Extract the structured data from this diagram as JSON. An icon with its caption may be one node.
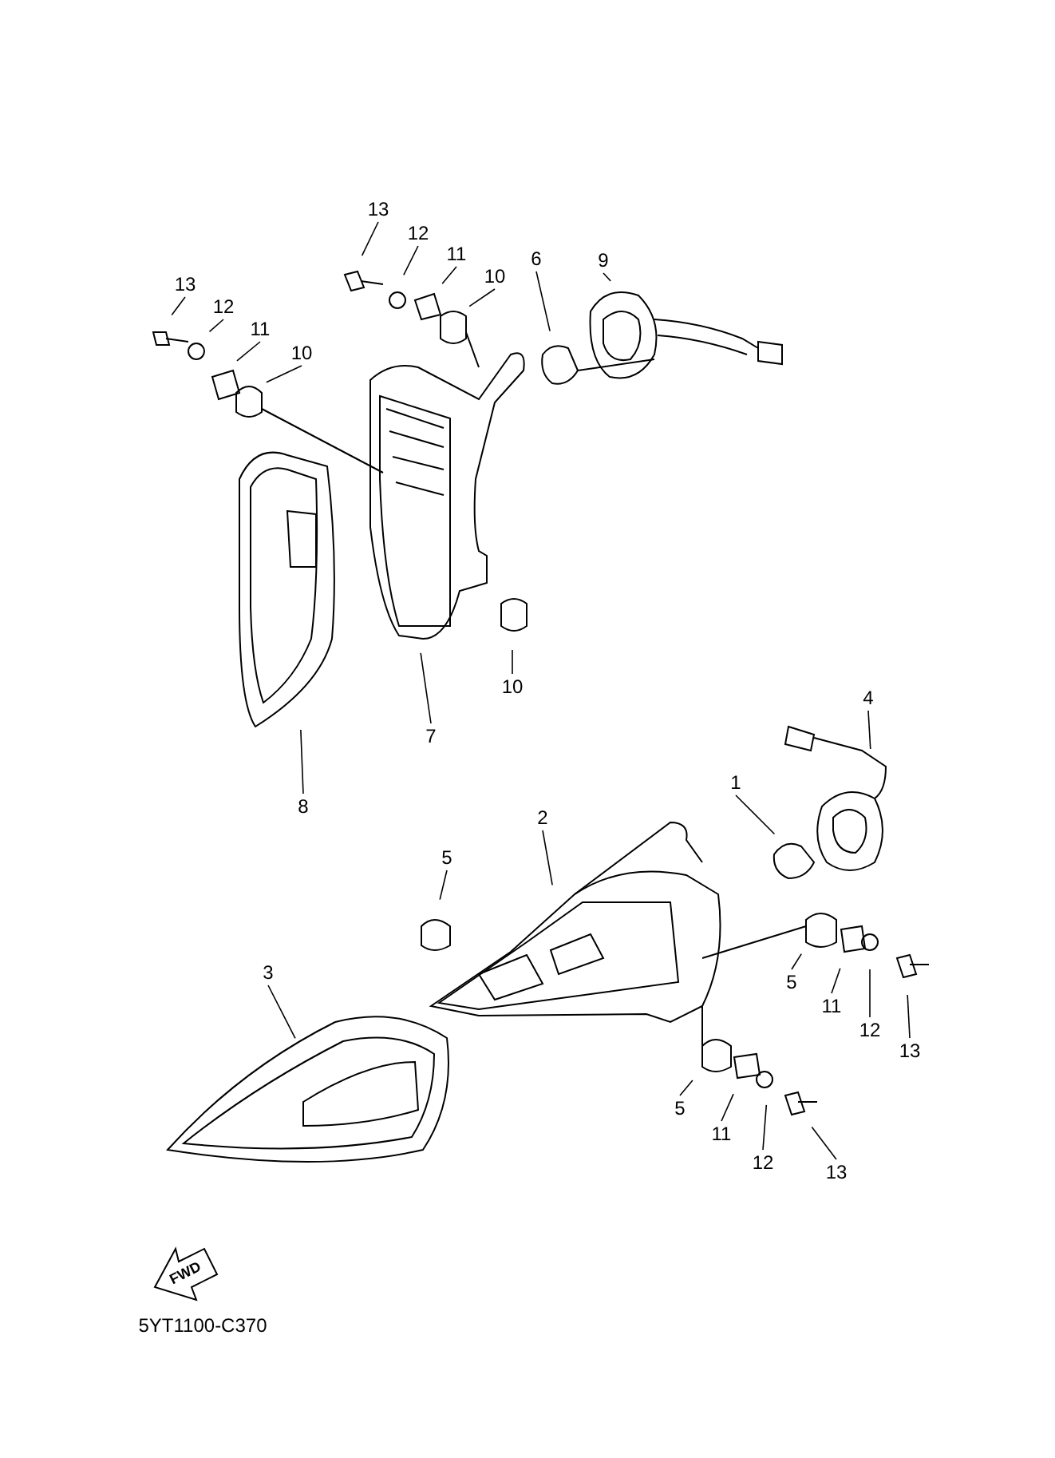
{
  "diagram": {
    "nodes": [
      {
        "text": [
          "13"
        ]
      },
      {
        "text": [
          "12"
        ]
      },
      {
        "text": [
          "11"
        ]
      },
      {
        "text": [
          "10"
        ]
      },
      {
        "text": [
          "13"
        ]
      },
      {
        "text": [
          "12"
        ]
      },
      {
        "text": [
          "11"
        ]
      },
      {
        "text": [
          "10"
        ]
      },
      {
        "text": [
          "6"
        ]
      },
      {
        "text": [
          "9"
        ]
      },
      {
        "text": [
          "10"
        ]
      },
      {
        "text": [
          "7"
        ]
      },
      {
        "text": [
          "8"
        ]
      },
      {
        "text": [
          "4"
        ]
      },
      {
        "text": [
          "1"
        ]
      },
      {
        "text": [
          "2"
        ]
      },
      {
        "text": [
          "5"
        ]
      },
      {
        "text": [
          "3"
        ]
      },
      {
        "text": [
          "5"
        ]
      },
      {
        "text": [
          "11"
        ]
      },
      {
        "text": [
          "12"
        ]
      },
      {
        "text": [
          "13"
        ]
      },
      {
        "text": [
          "5"
        ]
      },
      {
        "text": [
          "11"
        ]
      },
      {
        "text": [
          "12"
        ]
      },
      {
        "text": [
          "13"
        ]
      }
    ],
    "edges": [
      {
        "from": 0,
        "to": null,
        "arrow": "none"
      },
      {
        "from": 1,
        "to": null,
        "arrow": "none"
      },
      {
        "from": 2,
        "to": null,
        "arrow": "none"
      },
      {
        "from": 3,
        "to": null,
        "arrow": "none"
      },
      {
        "from": 4,
        "to": null,
        "arrow": "none"
      },
      {
        "from": 5,
        "to": null,
        "arrow": "none"
      },
      {
        "from": 6,
        "to": null,
        "arrow": "none"
      },
      {
        "from": 7,
        "to": null,
        "arrow": "none"
      },
      {
        "from": 8,
        "to": null,
        "arrow": "none"
      },
      {
        "from": 9,
        "to": null,
        "arrow": "none"
      },
      {
        "from": 10,
        "to": null,
        "arrow": "none"
      },
      {
        "from": 11,
        "to": null,
        "arrow": "none"
      },
      {
        "from": 12,
        "to": null,
        "arrow": "none"
      },
      {
        "from": 13,
        "to": null,
        "arrow": "none"
      },
      {
        "from": 14,
        "to": null,
        "arrow": "none"
      },
      {
        "from": 15,
        "to": null,
        "arrow": "none"
      },
      {
        "from": 16,
        "to": null,
        "arrow": "none"
      },
      {
        "from": 17,
        "to": null,
        "arrow": "none"
      },
      {
        "from": 18,
        "to": null,
        "arrow": "none"
      },
      {
        "from": 19,
        "to": null,
        "arrow": "none"
      },
      {
        "from": 20,
        "to": null,
        "arrow": "none"
      },
      {
        "from": 21,
        "to": null,
        "arrow": "none"
      },
      {
        "from": 22,
        "to": null,
        "arrow": "none"
      },
      {
        "from": 23,
        "to": null,
        "arrow": "none"
      },
      {
        "from": 24,
        "to": null,
        "arrow": "none"
      },
      {
        "from": 25,
        "to": null,
        "arrow": "none"
      }
    ],
    "labels": [
      "FWD",
      "5YT1100-C370"
    ]
  }
}
